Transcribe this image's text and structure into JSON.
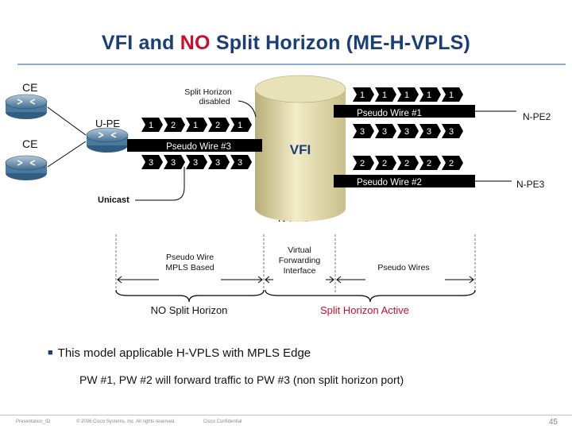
{
  "title": {
    "part1": "VFI and ",
    "highlight": "NO",
    "part2": " Split Horizon (ME-H-VPLS)"
  },
  "colors": {
    "title": "#1a3e78",
    "highlight": "#c8102e",
    "bar": "#000000",
    "label_red": "#c8102e",
    "label_blue": "#1a3e78"
  },
  "devices": {
    "ce1": "CE",
    "ce2": "CE",
    "upe": "U-PE",
    "npe1": "N-PE1",
    "npe2": "N-PE2",
    "npe3": "N-PE3",
    "vfi": "VFI"
  },
  "pseudowires": {
    "pw1": {
      "label": "Pseudo Wire #1",
      "top_packets": [
        "1",
        "1",
        "1",
        "1",
        "1"
      ],
      "bottom_packets": [
        "3",
        "3",
        "3",
        "3",
        "3"
      ]
    },
    "pw2": {
      "label": "Pseudo Wire #2",
      "packets": [
        "2",
        "2",
        "2",
        "2",
        "2"
      ]
    },
    "pw3": {
      "label": "Pseudo Wire #3",
      "top_packets": [
        "1",
        "2",
        "1",
        "2",
        "1"
      ],
      "bottom_packets": [
        "3",
        "3",
        "3",
        "3",
        "3"
      ]
    }
  },
  "callouts": {
    "split_disabled": [
      "Split Horizon",
      "disabled"
    ],
    "unicast": "Unicast"
  },
  "brackets": {
    "pw_mpls": [
      "Pseudo Wire",
      "MPLS Based"
    ],
    "vfi_label": [
      "Virtual",
      "Forwarding",
      "Interface"
    ],
    "pw_right": "Pseudo Wires",
    "no_split": "NO Split Horizon",
    "split_active": "Split Horizon Active"
  },
  "notes": {
    "bullet": "This model applicable H-VPLS with MPLS Edge",
    "sub": "PW #1, PW #2 will forward traffic to PW #3 (non split horizon port)"
  },
  "footer": {
    "presentation_id": "Presentation_ID",
    "copyright": "© 2006 Cisco Systems, Inc. All rights reserved.",
    "confidential": "Cisco Confidential",
    "page": "45"
  }
}
